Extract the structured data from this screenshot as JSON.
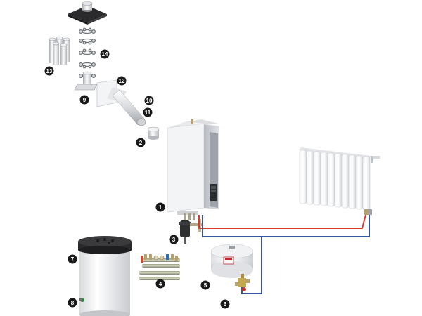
{
  "diagram": {
    "callouts": [
      {
        "id": "boiler",
        "label": "1"
      },
      {
        "id": "wall-cap",
        "label": "2"
      },
      {
        "id": "dirt-separator",
        "label": "3"
      },
      {
        "id": "flex-hoses",
        "label": "4"
      },
      {
        "id": "expansion-vessel",
        "label": "5"
      },
      {
        "id": "safety-group",
        "label": "6"
      },
      {
        "id": "storage-tank",
        "label": "7"
      },
      {
        "id": "tank-valve",
        "label": "8"
      },
      {
        "id": "wall-bracket",
        "label": "9"
      },
      {
        "id": "flue-pipe",
        "label": "10"
      },
      {
        "id": "pipe-end",
        "label": "11"
      },
      {
        "id": "wall-plate",
        "label": "12"
      },
      {
        "id": "extension-pipes",
        "label": "13"
      },
      {
        "id": "pipe-clamps",
        "label": "14"
      }
    ],
    "colors": {
      "flow_pipe": "#d83a2e",
      "return_pipe": "#3a55a0",
      "callout_fill": "#1a1a1a",
      "boiler_body": "#f2f3f5",
      "boiler_panel": "#c9ccd2",
      "vessel_label": "#c0282a"
    }
  }
}
